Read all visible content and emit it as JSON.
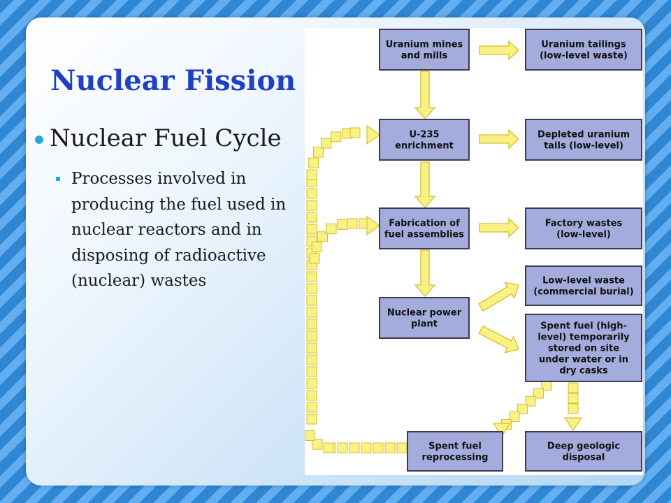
{
  "slide": {
    "title": "Nuclear Fission",
    "bullet": "Nuclear Fuel Cycle",
    "sub_bullet": "Processes involved in producing the fuel used in nuclear reactors and in disposing of radioactive (nuclear) wastes"
  },
  "diagram": {
    "nodes": {
      "mines": [
        "Uranium mines",
        "and mills"
      ],
      "tailings": [
        "Uranium tailings",
        "(low-level waste)"
      ],
      "enrichment": [
        "U-235",
        "enrichment"
      ],
      "depleted": [
        "Depleted uranium",
        "tails (low-level)"
      ],
      "fabrication": [
        "Fabrication of",
        "fuel assemblies"
      ],
      "factory": [
        "Factory wastes",
        "(low-level)"
      ],
      "power": [
        "Nuclear power",
        "plant"
      ],
      "lowlevel": [
        "Low-level waste",
        "(commercial burial)"
      ],
      "spentstore": [
        "Spent fuel (high-",
        "level) temporarily",
        "stored on site",
        "under water or in",
        "dry casks"
      ],
      "reprocess": [
        "Spent fuel",
        "reprocessing"
      ],
      "geologic": [
        "Deep geologic",
        "disposal"
      ]
    },
    "colors": {
      "box_fill": "#a3acdc",
      "box_stroke": "#3a3a55",
      "arrow_fill": "#f8f285",
      "arrow_stroke": "#d9bd2a"
    }
  }
}
